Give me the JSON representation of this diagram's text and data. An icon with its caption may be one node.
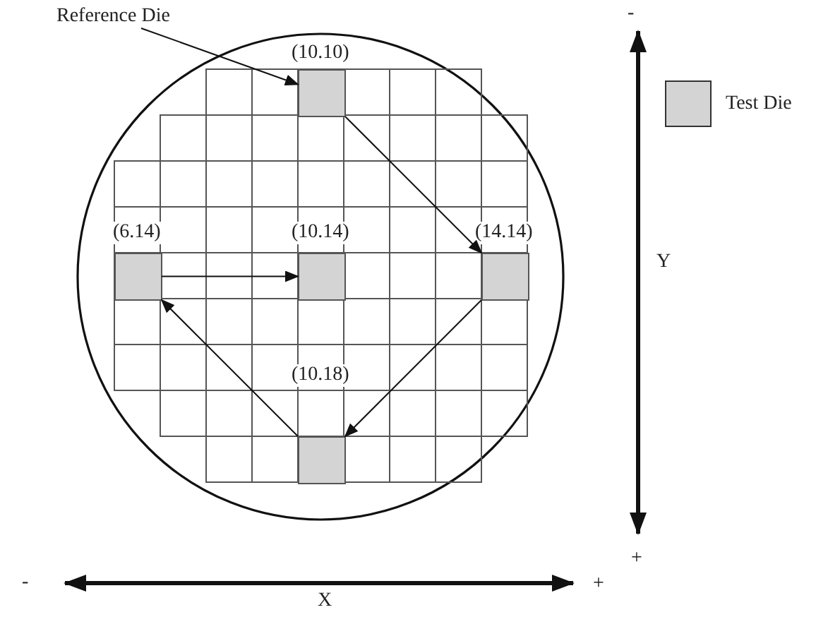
{
  "diagram": {
    "nodes": [
      {
        "text": [
          "Reference Die"
        ]
      },
      {
        "text": [
          "(10.10)"
        ]
      },
      {
        "text": [
          "(6.14)"
        ]
      },
      {
        "text": [
          "(10.14)"
        ]
      },
      {
        "text": [
          "(14.14)"
        ]
      },
      {
        "text": [
          "(10.18)"
        ]
      }
    ],
    "edges": [
      {
        "from": 0,
        "to": 1,
        "arrow": "to"
      },
      {
        "from": 1,
        "to": 4,
        "arrow": "to"
      },
      {
        "from": 4,
        "to": 5,
        "arrow": "to"
      },
      {
        "from": 5,
        "to": 2,
        "arrow": "to"
      },
      {
        "from": 2,
        "to": 3,
        "arrow": "to"
      }
    ],
    "labels": [
      "-",
      "Y",
      "+",
      "-",
      "+",
      "X"
    ],
    "legend": [
      {
        "text": "Test Die",
        "color": "#d4d4d4"
      }
    ]
  }
}
